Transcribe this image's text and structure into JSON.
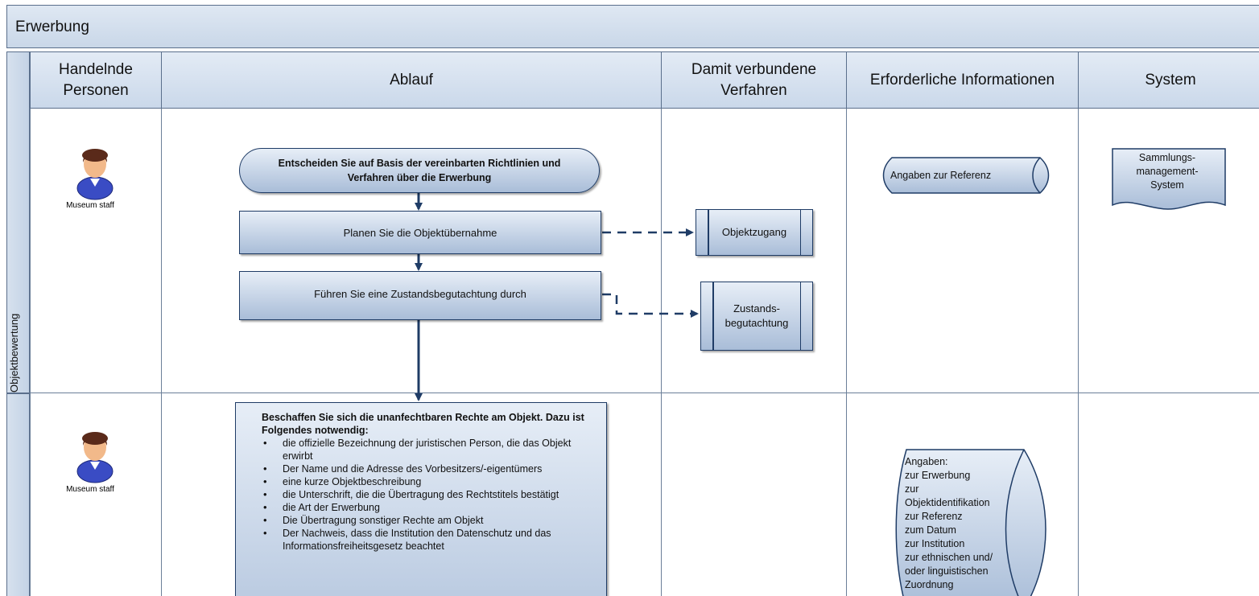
{
  "title": "Erwerbung",
  "lane_label": "Objektbewertung",
  "columns": {
    "persons": "Handelnde Personen",
    "process": "Ablauf",
    "procedures": "Damit verbundene Verfahren",
    "information": "Erforderliche Informationen",
    "system": "System"
  },
  "lane1": {
    "person_label": "Museum staff",
    "start": "Entscheiden Sie auf Basis der vereinbarten Richtlinien und Verfahren über die Erwerbung",
    "step1": "Planen Sie die Objektübernahme",
    "step2": "Führen Sie eine Zustandsbegutachtung durch",
    "proc1": "Objektzugang",
    "proc2": "Zustands-begutachtung",
    "info": "Angaben zur Referenz",
    "system": "Sammlungs-management-System"
  },
  "lane2": {
    "person_label": "Museum staff",
    "box_title": "Beschaffen Sie sich die unanfechtbaren Rechte am Objekt. Dazu ist Folgendes notwendig:",
    "bullets": [
      "die offizielle Bezeichnung der juristischen Person, die das Objekt erwirbt",
      "Der Name und die Adresse des Vorbesitzers/-eigentümers",
      "eine kurze Objektbeschreibung",
      "die Unterschrift, die die Übertragung des Rechtstitels bestätigt",
      "die Art der Erwerbung",
      "Die Übertragung sonstiger Rechte am Objekt",
      "Der Nachweis, dass die Institution den Datenschutz und das Informationsfreiheitsgesetz beachtet"
    ],
    "info_lines": [
      "Angaben:",
      "zur Erwerbung",
      "zur",
      "Objektidentifikation",
      "zur Referenz",
      "zum Datum",
      "zur Institution",
      "zur ethnischen und/",
      "oder linguistischen",
      "Zuordnung"
    ]
  },
  "colors": {
    "box_dark": "#1f3c66",
    "box_light": "#e7eef7",
    "box_mid": "#a9bdd8",
    "header": "#cad8ea"
  }
}
